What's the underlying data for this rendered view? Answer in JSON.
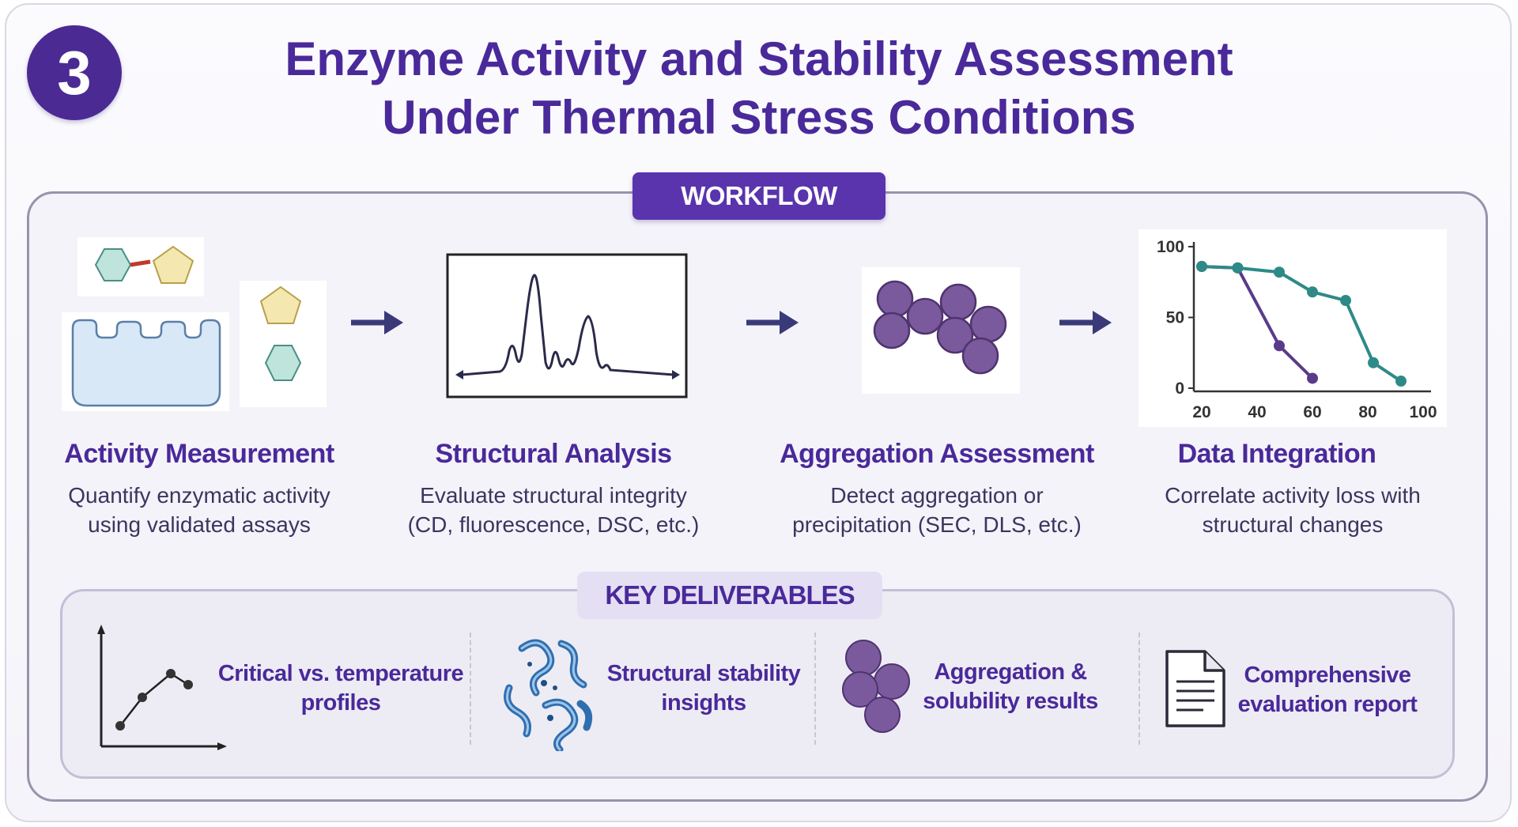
{
  "step_number": "3",
  "title_line1": "Enzyme Activity and Stability Assessment",
  "title_line2": "Under Thermal Stress Conditions",
  "workflow_label": "WORKFLOW",
  "steps": [
    {
      "name": "Activity Measurement",
      "desc_line1": "Quantify enzymatic activity",
      "desc_line2": "using validated assays"
    },
    {
      "name": "Structural Analysis",
      "desc_line1": "Evaluate structural integrity",
      "desc_line2": "(CD, fluorescence, DSC, etc.)"
    },
    {
      "name": "Aggregation Assessment",
      "desc_line1": "Detect aggregation or",
      "desc_line2": "precipitation (SEC, DLS, etc.)"
    },
    {
      "name": "Data Integration",
      "desc_line1": "Correlate activity loss with",
      "desc_line2": "structural changes"
    }
  ],
  "mini_chart": {
    "type": "line",
    "x_ticks": [
      "20",
      "40",
      "60",
      "80",
      "100"
    ],
    "y_ticks": [
      "100",
      "50",
      "0"
    ],
    "xlim": [
      20,
      100
    ],
    "ylim": [
      0,
      100
    ],
    "series": [
      {
        "color": "#5a3a8a",
        "points": [
          [
            20,
            86
          ],
          [
            33,
            85
          ],
          [
            48,
            30
          ],
          [
            60,
            7
          ]
        ]
      },
      {
        "color": "#2e8a87",
        "points": [
          [
            20,
            86
          ],
          [
            33,
            85
          ],
          [
            48,
            82
          ],
          [
            60,
            68
          ],
          [
            72,
            62
          ],
          [
            82,
            18
          ],
          [
            92,
            5
          ]
        ]
      }
    ]
  },
  "deliverables_label": "KEY DELIVERABLES",
  "deliverables": [
    {
      "line1": "Critical vs. temperature",
      "line2": "profiles",
      "icon": "trend-chart-icon"
    },
    {
      "line1": "Structural stability",
      "line2": "insights",
      "icon": "protein-structure-icon"
    },
    {
      "line1": "Aggregation &",
      "line2": "solubility results",
      "icon": "aggregate-spheres-icon"
    },
    {
      "line1": "Comprehensive",
      "line2": "evaluation report",
      "icon": "document-icon"
    }
  ],
  "colors": {
    "primary": "#4a2a9a",
    "tag_bg": "#5a34ad",
    "aggregate": "#7a5a9c",
    "teal": "#2e8a87"
  }
}
